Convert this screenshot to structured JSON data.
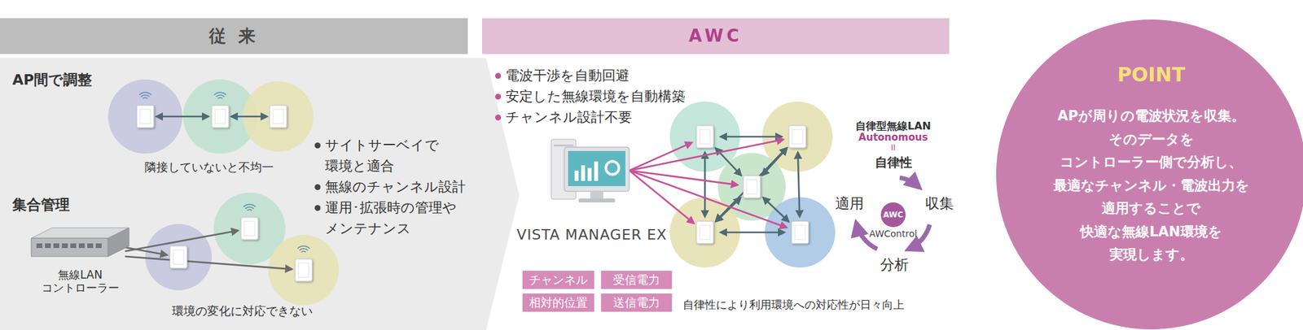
{
  "diagram": {
    "nodes": [
      {
        "text": [
          "従 来"
        ]
      },
      {
        "text": [
          "AWC"
        ]
      },
      {
        "text": [
          "無線LAN コントローラー"
        ]
      },
      {
        "text": [
          "AWC",
          "AWControl"
        ]
      },
      {
        "text": [
          "チャンネル"
        ]
      },
      {
        "text": [
          "受信電力"
        ]
      },
      {
        "text": [
          "相対的位置"
        ]
      },
      {
        "text": [
          "送信電力"
        ]
      },
      {
        "text": [
          "POINT",
          "APが周りの電波状況を収集。 そのデータを コントローラー側で分析し、 最適なチャンネル・電波出力を 適用することで 快適な無線LAN環境を 実現します。"
        ]
      }
    ],
    "labels": [
      "AP間で調整",
      "隣接していないと不均一",
      "集合管理",
      "環境の変化に対応できない",
      "サイトサーベイで 環境と適合",
      "無線のチャンネル設計",
      "運用･拡張時の管理や メンテナンス",
      "電波干渉を自動回避",
      "安定した無線環境を自動構築",
      "チャンネル設計不要",
      "VISTA MANAGER EX",
      "自律型無線LAN",
      "Autonomous",
      "II",
      "自律性",
      "適用",
      "収集",
      "分析",
      "自律性により利用環境への対応性が日々向上"
    ]
  }
}
